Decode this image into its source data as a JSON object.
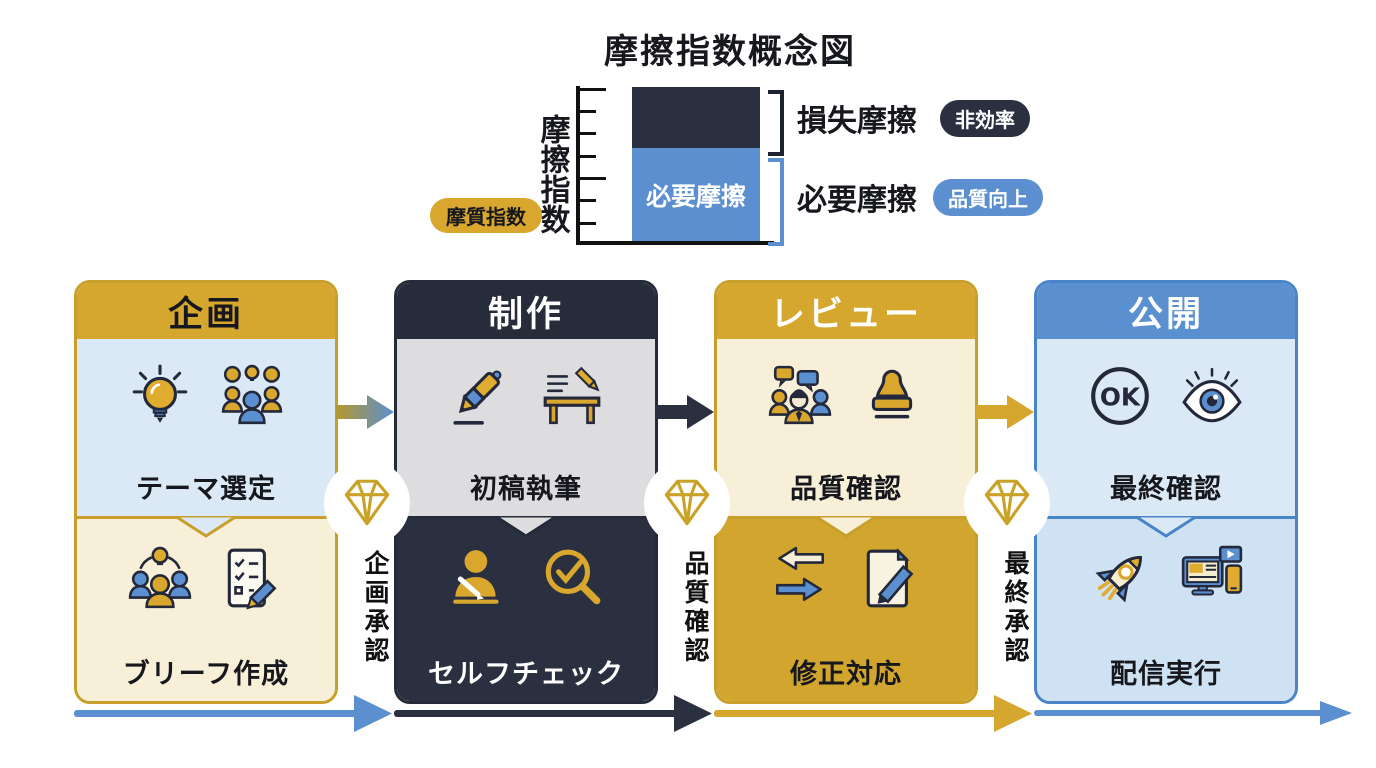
{
  "chart": {
    "title": "摩擦指数概念図",
    "y_axis_label": "摩擦指数",
    "axis_badge": "摩質指数",
    "bar_label": "必要摩擦",
    "legend": [
      {
        "label": "損失摩擦",
        "badge": "非効率",
        "color": "#2b3040"
      },
      {
        "label": "必要摩擦",
        "badge": "品質向上",
        "color": "#5b8fd0"
      }
    ]
  },
  "chart_data": {
    "type": "bar",
    "stacked": true,
    "title": "摩擦指数概念図",
    "ylabel": "摩擦指数",
    "categories": [
      "摩擦指数"
    ],
    "series": [
      {
        "name": "必要摩擦",
        "values": [
          61
        ],
        "color": "#5b8fd0",
        "annotation": "品質向上"
      },
      {
        "name": "損失摩擦",
        "values": [
          39
        ],
        "color": "#2b3040",
        "annotation": "非効率"
      }
    ],
    "ylim": [
      0,
      100
    ],
    "unit": "percent-of-bar (estimated from segment heights)",
    "legend_position": "right",
    "grid": false
  },
  "stages": [
    {
      "name": "企画",
      "top_label": "テーマ選定",
      "bottom_label": "ブリーフ作成",
      "top_icons": [
        "lightbulb-icon",
        "brainstorm-people-icon"
      ],
      "bottom_icons": [
        "team-idea-icon",
        "checklist-pencil-icon"
      ],
      "header_color": "#d5a72f",
      "top_bg": "#dbe9f6",
      "bottom_bg": "#f7efd8"
    },
    {
      "name": "制作",
      "top_label": "初稿執筆",
      "bottom_label": "セルフチェック",
      "top_icons": [
        "pen-icon",
        "desk-writing-icon"
      ],
      "bottom_icons": [
        "person-writing-icon",
        "magnifier-check-icon"
      ],
      "header_color": "#272c3a",
      "top_bg": "#dddde0",
      "bottom_bg": "#2b3040"
    },
    {
      "name": "レビュー",
      "top_label": "品質確認",
      "bottom_label": "修正対応",
      "top_icons": [
        "discussion-people-icon",
        "stamp-icon"
      ],
      "bottom_icons": [
        "exchange-arrows-icon",
        "document-edit-icon"
      ],
      "header_color": "#d5a72f",
      "top_bg": "#f7efd8",
      "bottom_bg": "#d2a62e"
    },
    {
      "name": "公開",
      "top_label": "最終確認",
      "bottom_label": "配信実行",
      "top_icons": [
        "ok-circle-icon",
        "eye-icon"
      ],
      "bottom_icons": [
        "rocket-icon",
        "devices-icon"
      ],
      "header_color": "#5b90d0",
      "top_bg": "#dbe9f6",
      "bottom_bg": "#cfe2f3"
    }
  ],
  "gates": [
    {
      "label": "企画承認"
    },
    {
      "label": "品質確認"
    },
    {
      "label": "最終承認"
    }
  ],
  "flow_arrows": [
    {
      "from": "企画",
      "to": "制作",
      "style": "gradient gold to blue"
    },
    {
      "from": "制作",
      "to": "レビュー",
      "color": "#2b3040"
    },
    {
      "from": "レビュー",
      "to": "公開",
      "color": "#d5a72f"
    }
  ],
  "timeline_arrows": [
    {
      "stage": "企画",
      "color": "#5b8fd0"
    },
    {
      "stage": "制作",
      "color": "#2b3040"
    },
    {
      "stage": "レビュー",
      "color": "#d5a72f"
    },
    {
      "stage": "公開",
      "color": "#5b8fd0"
    }
  ],
  "icons": {
    "ok_text": "OK"
  }
}
